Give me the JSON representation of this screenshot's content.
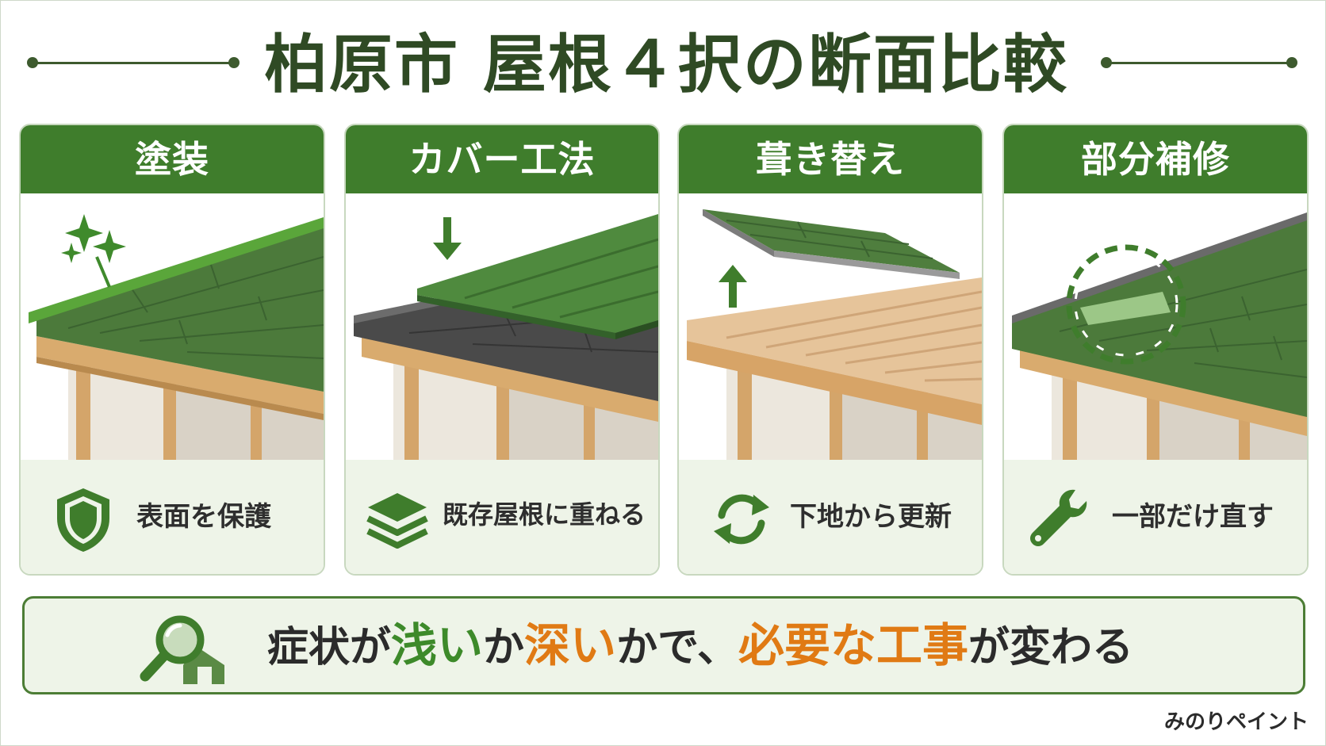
{
  "title": "柏原市 屋根４択の断面比較",
  "cards": [
    {
      "heading": "塗装",
      "feature": "表面を保護",
      "icon": "shield-icon"
    },
    {
      "heading": "カバー工法",
      "feature": "既存屋根に重ねる",
      "icon": "layers-icon"
    },
    {
      "heading": "葺き替え",
      "feature": "下地から更新",
      "icon": "refresh-icon"
    },
    {
      "heading": "部分補修",
      "feature": "一部だけ直す",
      "icon": "wrench-icon"
    }
  ],
  "banner": {
    "icon": "magnifier-house-icon",
    "p1": "症状が",
    "p2": "浅い",
    "p3": "か",
    "p4": "深い",
    "p5": "かで、",
    "p6": "必要な工事",
    "p7": "が変わる"
  },
  "brand": "みのりペイント",
  "colors": {
    "primary_green": "#3f7d2c",
    "dark_green": "#2f4a24",
    "accent_orange": "#e07a14",
    "panel_bg": "#eef4e8"
  }
}
